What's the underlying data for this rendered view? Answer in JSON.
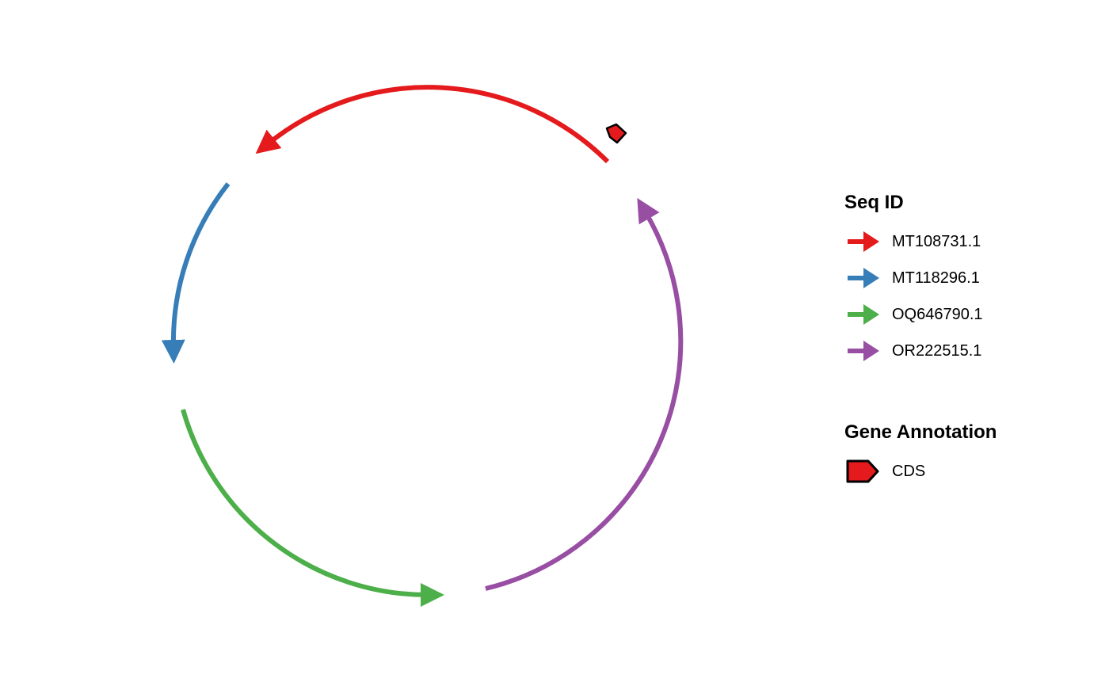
{
  "legend_seq": {
    "title": "Seq ID",
    "items": [
      {
        "label": "MT108731.1",
        "color": "#e41a1c"
      },
      {
        "label": "MT118296.1",
        "color": "#377eb8"
      },
      {
        "label": "OQ646790.1",
        "color": "#4daf4a"
      },
      {
        "label": "OR222515.1",
        "color": "#984ea3"
      }
    ]
  },
  "legend_gene": {
    "title": "Gene Annotation",
    "items": [
      {
        "label": "CDS",
        "fill": "#e41a1c",
        "stroke": "#000000"
      }
    ]
  },
  "diagram": {
    "type": "circular-sequence-map",
    "arcs": [
      {
        "seq_id": "MT108731.1",
        "color": "#e41a1c",
        "direction": "counterclockwise"
      },
      {
        "seq_id": "MT118296.1",
        "color": "#377eb8",
        "direction": "counterclockwise"
      },
      {
        "seq_id": "OQ646790.1",
        "color": "#4daf4a",
        "direction": "counterclockwise"
      },
      {
        "seq_id": "OR222515.1",
        "color": "#984ea3",
        "direction": "counterclockwise"
      }
    ],
    "annotations": [
      {
        "type": "CDS",
        "on_seq": "MT108731.1",
        "fill": "#e41a1c"
      }
    ]
  }
}
